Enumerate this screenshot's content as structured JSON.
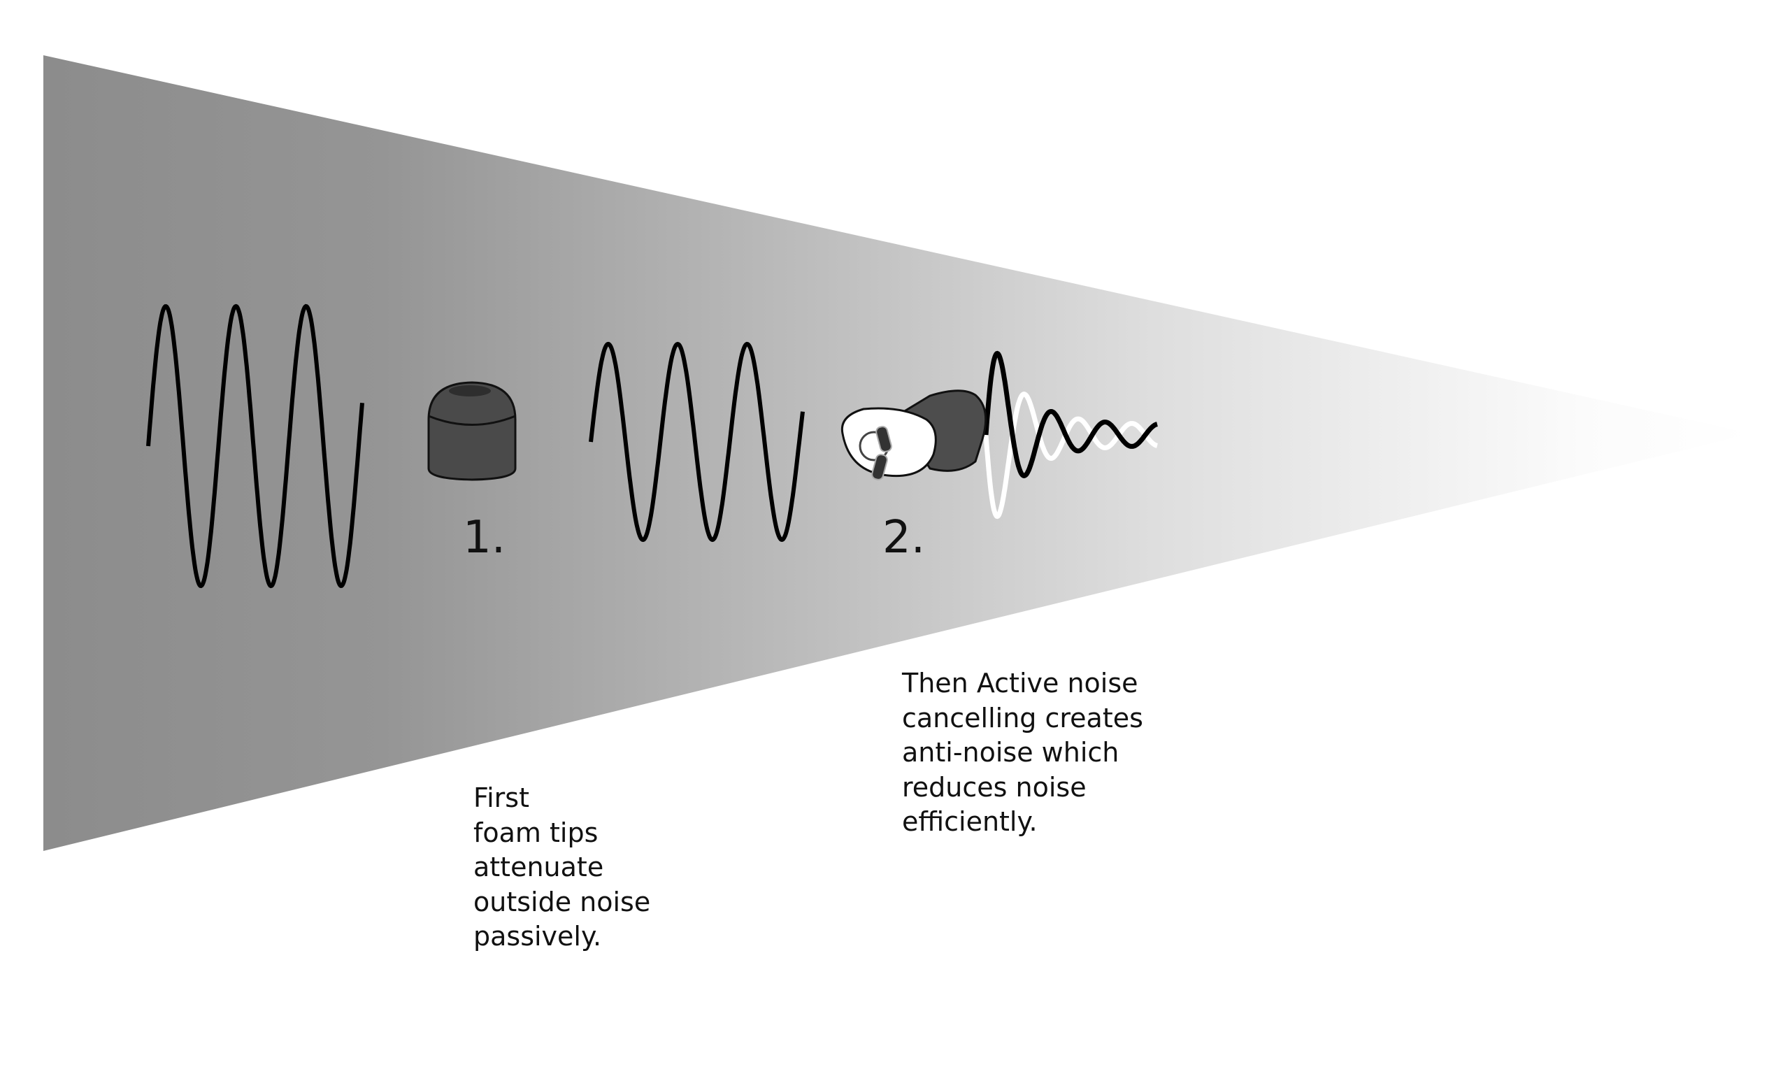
{
  "steps": [
    {
      "number": "1.",
      "icon": "foam-tip-icon",
      "caption": "First\nfoam tips\nattenuate\noutside noise\npassively."
    },
    {
      "number": "2.",
      "icon": "earbud-icon",
      "caption": "Then Active noise\ncancelling creates\nanti-noise which\nreduces noise\nefficiently."
    }
  ],
  "colors": {
    "funnel_start": "#8c8c8c",
    "funnel_end": "#ffffff",
    "wave": "#000000",
    "anti_wave": "#ffffff"
  }
}
